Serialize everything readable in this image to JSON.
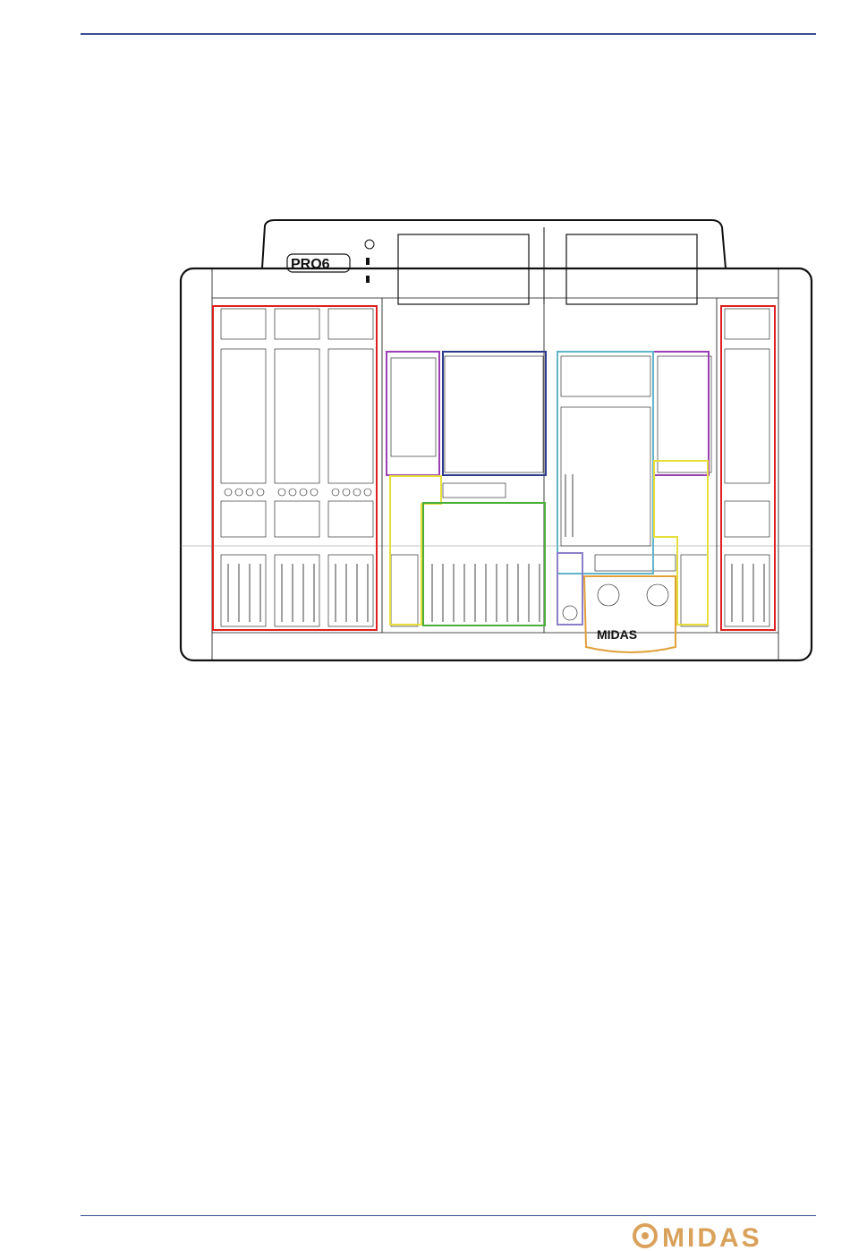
{
  "colors": {
    "rule": "#3a4f8f",
    "outline": "#111111",
    "red": "#e02020",
    "purple": "#9b3fb5",
    "blue": "#2e3a8c",
    "cyan": "#5fb6c9",
    "yellow": "#e6df3a",
    "green": "#4caf3b",
    "orange": "#e0a03a",
    "lavender": "#8c7fc9",
    "brand": "#d9a15a"
  },
  "console": {
    "model_label": "PRO6",
    "brand_label": "MIDAS"
  },
  "footer": {
    "logo_text": "MIDAS"
  }
}
